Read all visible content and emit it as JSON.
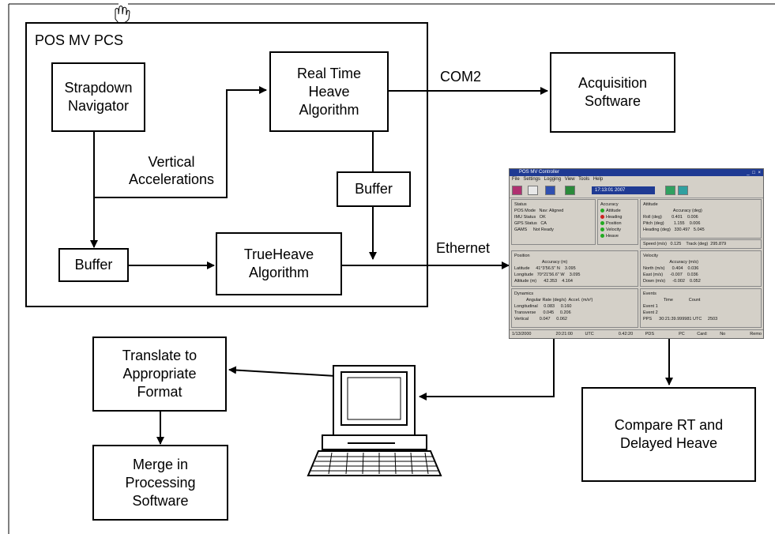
{
  "diagram": {
    "container_title": "POS MV PCS",
    "nodes": {
      "strapdown": "Strapdown\nNavigator",
      "realtime": "Real Time\nHeave\nAlgorithm",
      "acquisition": "Acquisition\nSoftware",
      "buffer_top": "Buffer",
      "buffer_left": "Buffer",
      "trueheave": "TrueHeave\nAlgorithm",
      "translate": "Translate to\nAppropriate\nFormat",
      "merge": "Merge in\nProcessing\nSoftware",
      "compare": "Compare RT and\nDelayed Heave"
    },
    "edge_labels": {
      "vertical": "Vertical\nAccelerations",
      "com2": "COM2",
      "ethernet": "Ethernet"
    }
  },
  "controller": {
    "title": "POS MV Controller",
    "menu": "File Settings Logging View Tools Help",
    "time": "17:13:01 2007",
    "status_panel": "Status\nPOS Mode   Nav: Aligned\nIMU Status   OK\nGPS Status   CA\nGAMS     Not Ready",
    "accuracy_panel": "Accuracy",
    "accuracy_items": [
      "Attitude",
      "Heading",
      "Position",
      "Velocity",
      "Heave"
    ],
    "attitude_panel": "Attitude\n                         Accuracy (deg)\nRoll (deg)        0.401    0.006\nPitch (deg)        1.155    0.006\nHeading (deg)   330.497   5.045",
    "speed_row": "Speed (m/s)   0.125    Track (deg)  295.879",
    "position_panel": "Position\n                       Accuracy (m)\nLatitude     41°3'56.5\" N    3.095\nLongitude   70°21'56.6\" W    3.095\nAltitude (m)      42.353    4.164",
    "velocity_panel": "Velocity\n                      Accuracy (m/s)\nNorth (m/s)      0.404    0.036\nEast (m/s)      -0.007    0.036\nDown (m/s)      -0.002    0.052",
    "dynamics_panel": "Dynamics\n          Angular Rate (deg/s)  Accel. (m/s²)\nLongitudinal     0.083     0.160\nTransverse      0.045     0.206\nVertical         0.047     0.062",
    "events_panel": "Events\n                 Time             Count\nEvent 1\nEvent 2\nPPS      30:21:39.999981 UTC     2503",
    "status_bar": "1/13/2000  20:21:00 UTC  0.42:20 PDS  PC Card: No  Remo"
  },
  "colors": {
    "line": "#000000",
    "window_bg": "#d4d0c8",
    "title_bar": "#1f3a93",
    "led_green": "#22aa22",
    "led_red": "#cc2222"
  }
}
